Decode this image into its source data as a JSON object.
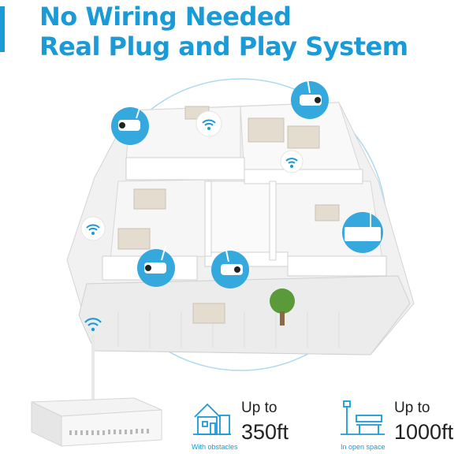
{
  "headline": {
    "line1": "No Wiring Needed",
    "line2": "Real Plug and Play System"
  },
  "colors": {
    "accent": "#1a9ad6",
    "signal_ring": "#9fd3ef",
    "camera_badge": "#35a8de"
  },
  "icons": [
    "wifi-icon",
    "security-camera-icon",
    "nvr-recorder-icon",
    "house-obstacle-icon",
    "park-bench-icon"
  ],
  "ranges": [
    {
      "caption": "With obstacles",
      "upto": "Up to",
      "distance": "350ft"
    },
    {
      "caption": "In open space",
      "upto": "Up to",
      "distance": "1000ft"
    }
  ]
}
